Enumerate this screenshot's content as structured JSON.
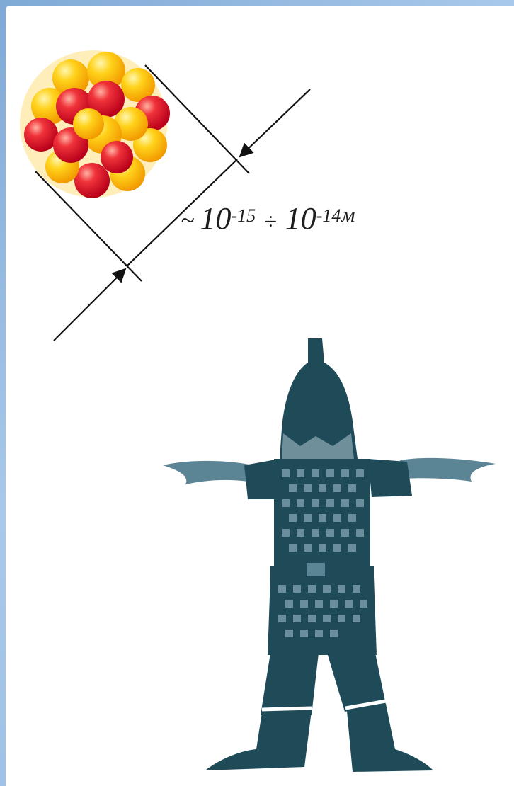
{
  "formula": {
    "tilde": "~",
    "base_lower": "10",
    "exp_lower": "-15",
    "operator": "÷",
    "base_upper": "10",
    "exp_upper": "-14",
    "unit": "м"
  },
  "colors": {
    "frame": "#8fb6dc",
    "nucleus_red": "#e61b2a",
    "nucleus_yellow": "#ffc60f",
    "figure": "#1f4b59",
    "figure_accent": "#5b8494"
  }
}
